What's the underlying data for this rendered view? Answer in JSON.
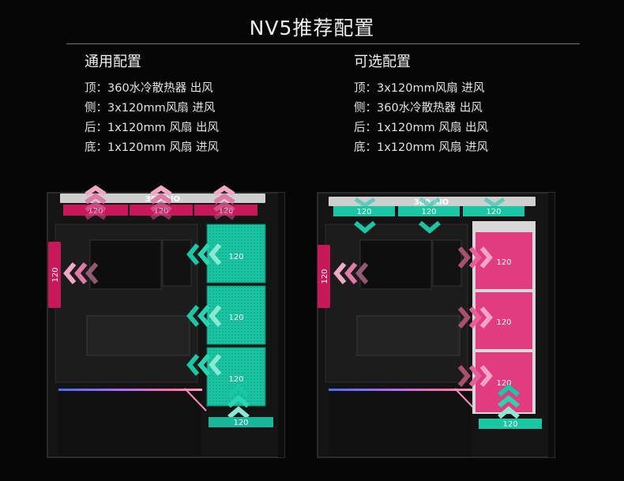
{
  "title": "NV5推荐配置",
  "standard": {
    "heading": "通用配置",
    "lines": [
      "顶：360水冷散热器 出风",
      "侧：3x120mm风扇 进风",
      "后：1x120mm 风扇 出风",
      "底：1x120mm 风扇 进风"
    ]
  },
  "optional": {
    "heading": "可选配置",
    "lines": [
      "顶：3x120mm风扇 进风",
      "侧：360水冷散热器 出风",
      "后：1x120mm 风扇 出风",
      "底：1x120mm 风扇 进风"
    ]
  },
  "diagram_left": {
    "aio_label": "360 AIO",
    "top_fans": [
      "120",
      "120",
      "120"
    ],
    "rear_fan": "120",
    "side_fans": [
      "120",
      "120",
      "120"
    ],
    "bottom_fan": "120",
    "colors": {
      "top": "#c8185a",
      "rear": "#c8185a",
      "side": "#19b79a",
      "bottom": "#19b79a"
    }
  },
  "diagram_right": {
    "aio_label": "360 AIO",
    "top_fans": [
      "120",
      "120",
      "120"
    ],
    "rear_fan": "120",
    "side_fans": [
      "120",
      "120",
      "120"
    ],
    "bottom_fan": "120",
    "colors": {
      "top": "#19c7a5",
      "rear": "#c8185a",
      "side": "#e13c80",
      "bottom": "#19c7a5"
    }
  }
}
